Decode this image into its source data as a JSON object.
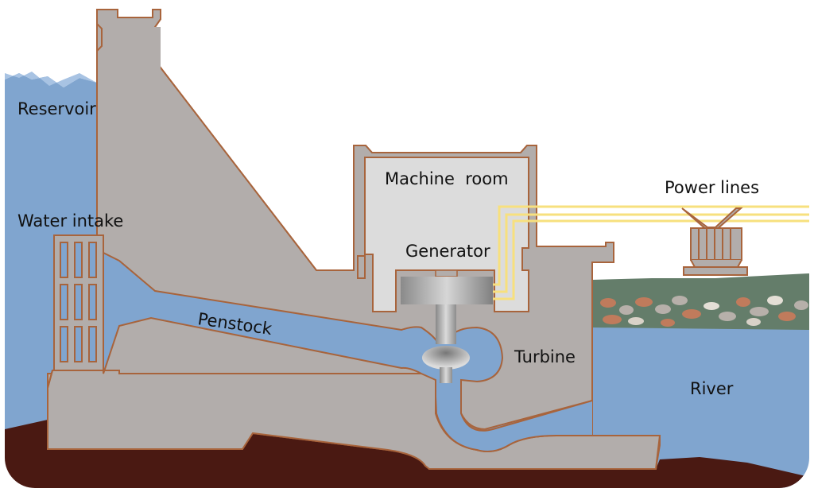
{
  "diagram": {
    "title": "Hydroelectric dam",
    "labels": {
      "reservoir": "Reservoir",
      "water_intake": "Water intake",
      "penstock": "Penstock",
      "machine_room": "Machine  room",
      "generator": "Generator",
      "turbine": "Turbine",
      "power_lines": "Power lines",
      "river": "River"
    },
    "colors": {
      "water": "#80a5cf",
      "water_light": "#a8c3e3",
      "concrete": "#b2adab",
      "outline": "#a8643c",
      "room": "#dcdcdc",
      "bedrock": "#4a1912",
      "grass": "#647d6a",
      "power_line": "#f7e07e",
      "background": "#ffffff"
    }
  }
}
